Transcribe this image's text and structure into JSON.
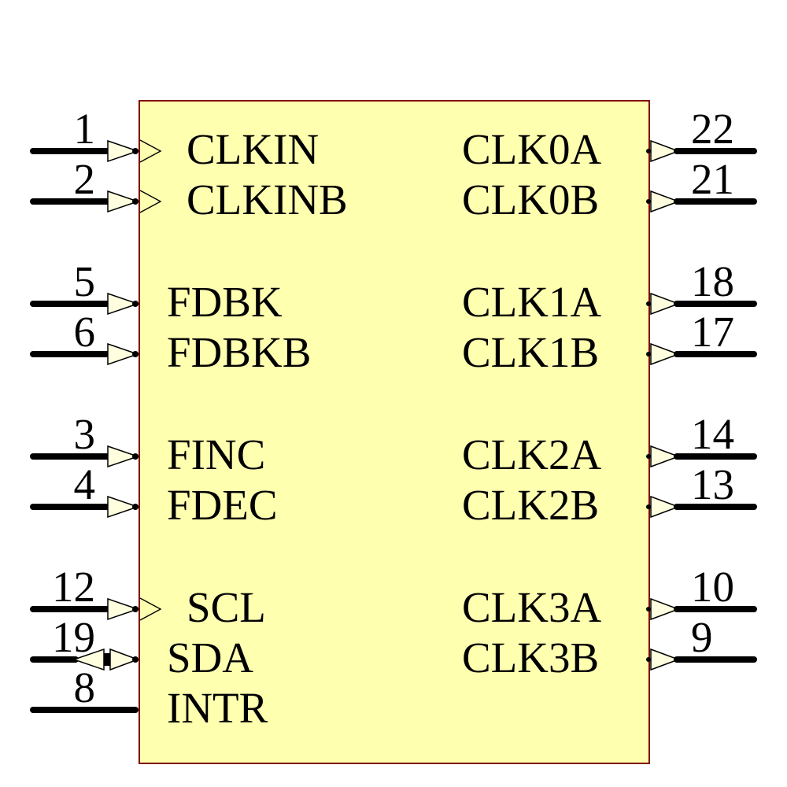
{
  "chip": {
    "body_fill": "#FFFFB0",
    "body_border": "#800000",
    "arrow_fill": "#FFFFDF",
    "wire_color": "#000000",
    "left_pins": [
      {
        "number": "1",
        "label": "CLKIN",
        "direction": "input",
        "clock": true,
        "new_group": false
      },
      {
        "number": "2",
        "label": "CLKINB",
        "direction": "input",
        "clock": true,
        "new_group": false
      },
      {
        "number": "5",
        "label": "FDBK",
        "direction": "input",
        "clock": false,
        "new_group": true
      },
      {
        "number": "6",
        "label": "FDBKB",
        "direction": "input",
        "clock": false,
        "new_group": false
      },
      {
        "number": "3",
        "label": "FINC",
        "direction": "input",
        "clock": false,
        "new_group": true
      },
      {
        "number": "4",
        "label": "FDEC",
        "direction": "input",
        "clock": false,
        "new_group": false
      },
      {
        "number": "12",
        "label": "SCL",
        "direction": "input",
        "clock": true,
        "new_group": true
      },
      {
        "number": "19",
        "label": "SDA",
        "direction": "bidirectional",
        "clock": false,
        "new_group": false
      },
      {
        "number": "8",
        "label": "INTR",
        "direction": "plain",
        "clock": false,
        "new_group": false
      }
    ],
    "right_pins": [
      {
        "number": "22",
        "label": "CLK0A",
        "direction": "output",
        "new_group": false
      },
      {
        "number": "21",
        "label": "CLK0B",
        "direction": "output",
        "new_group": false
      },
      {
        "number": "18",
        "label": "CLK1A",
        "direction": "output",
        "new_group": true
      },
      {
        "number": "17",
        "label": "CLK1B",
        "direction": "output",
        "new_group": false
      },
      {
        "number": "14",
        "label": "CLK2A",
        "direction": "output",
        "new_group": true
      },
      {
        "number": "13",
        "label": "CLK2B",
        "direction": "output",
        "new_group": false
      },
      {
        "number": "10",
        "label": "CLK3A",
        "direction": "output",
        "new_group": true
      },
      {
        "number": "9",
        "label": "CLK3B",
        "direction": "output",
        "new_group": false
      }
    ]
  }
}
